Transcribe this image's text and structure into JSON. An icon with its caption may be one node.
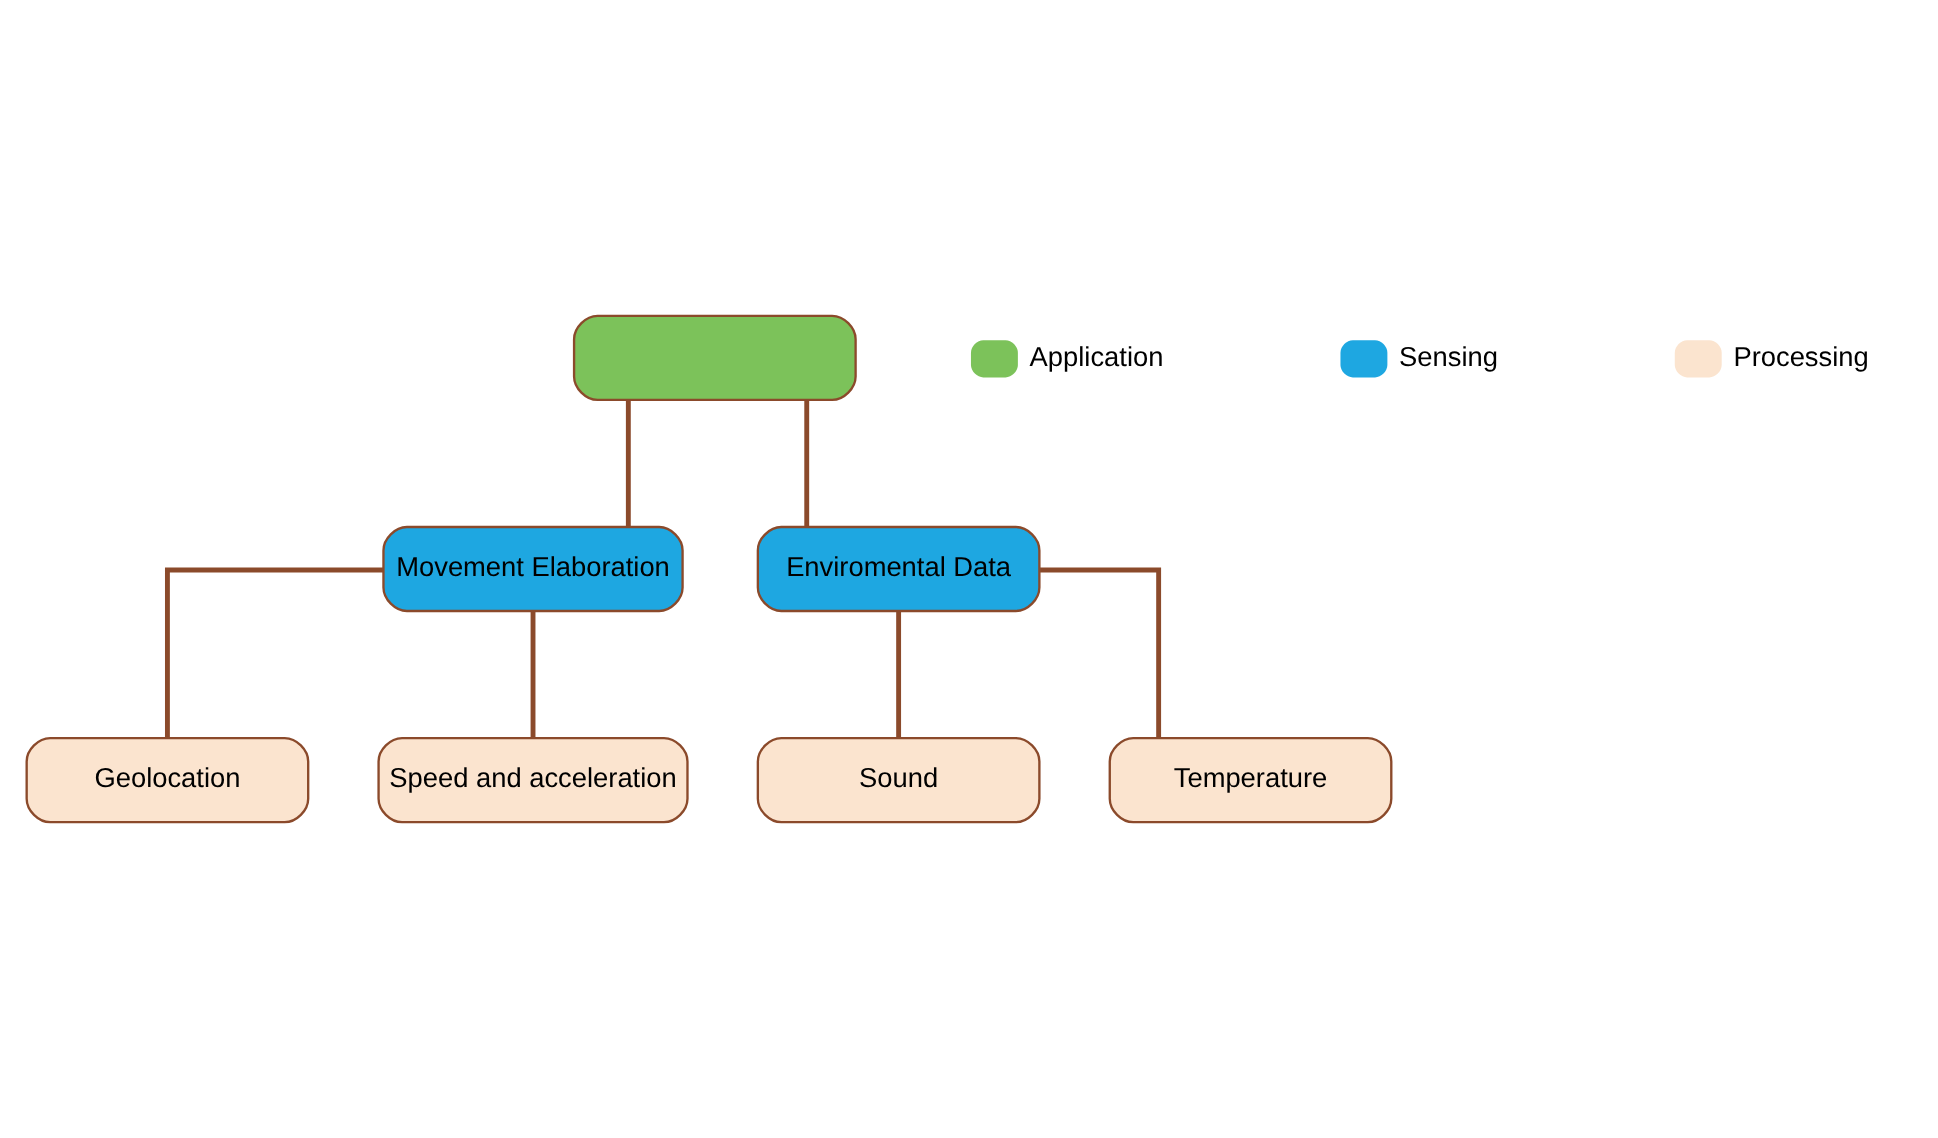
{
  "diagram": {
    "nodes": [
      {
        "text": [],
        "shape": "box"
      },
      {
        "text": [
          "Movement Elaboration"
        ]
      },
      {
        "text": [
          "Enviromental Data"
        ]
      },
      {
        "text": [
          "Geolocation"
        ]
      },
      {
        "text": [
          "Speed and acceleration"
        ]
      },
      {
        "text": [
          "Sound"
        ]
      },
      {
        "text": [
          "Temperature"
        ]
      }
    ],
    "edges": [
      {
        "from": 0,
        "to": 1,
        "arrow": "none"
      },
      {
        "from": 0,
        "to": 2,
        "arrow": "none"
      },
      {
        "from": 1,
        "to": 3,
        "arrow": "none"
      },
      {
        "from": 1,
        "to": 4,
        "arrow": "none"
      },
      {
        "from": 2,
        "to": 5,
        "arrow": "none"
      },
      {
        "from": 2,
        "to": 6,
        "arrow": "none"
      }
    ],
    "legend": [
      {
        "text": "Application",
        "color": "#7cc25a"
      },
      {
        "text": "Sensing",
        "color": "#1ea7e1"
      },
      {
        "text": "Processing",
        "color": "#fbe4cf"
      }
    ]
  }
}
